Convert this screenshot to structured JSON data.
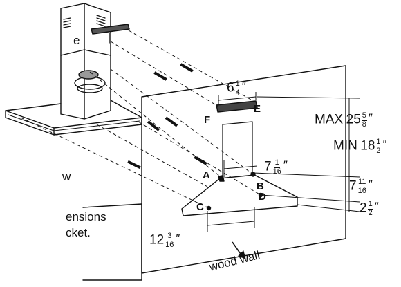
{
  "points": {
    "a": "A",
    "b": "B",
    "c": "C",
    "d": "D",
    "e": "E",
    "f": "F"
  },
  "dims": {
    "top_width": {
      "whole": "6",
      "num": "1",
      "den": "4",
      "mark": "″"
    },
    "bracket_off": {
      "whole": "7",
      "num": "1",
      "den": "16",
      "mark": "″"
    },
    "ab_to_cd": {
      "whole": "7",
      "num": "11",
      "den": "16",
      "mark": "″"
    },
    "cd_width": {
      "whole": "12",
      "num": "3",
      "den": "16",
      "mark": "″"
    },
    "cd_down": {
      "whole": "2",
      "num": "1",
      "den": "2",
      "mark": "″"
    },
    "max_height": {
      "prefix": "MAX",
      "whole": "25",
      "num": "5",
      "den": "8",
      "mark": "″"
    },
    "min_height": {
      "prefix": "MIN",
      "whole": "18",
      "num": "1",
      "den": "2",
      "mark": "″"
    }
  },
  "wall_label": "wood wall",
  "clipped_text": {
    "line1": "e",
    "line2": "w",
    "line3": "ensions",
    "line4": "cket."
  }
}
